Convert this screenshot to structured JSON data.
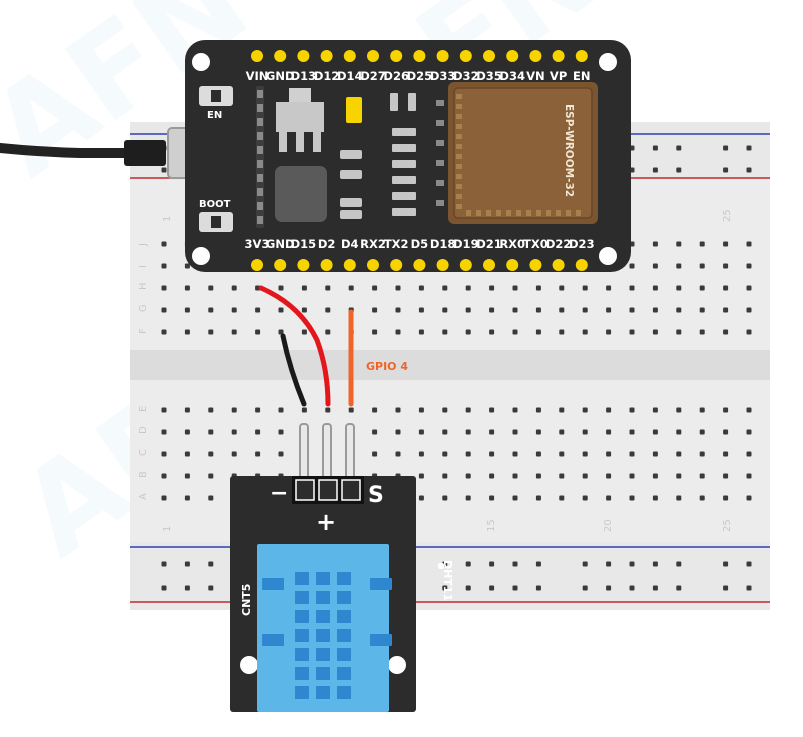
{
  "watermark": "AFN",
  "esp32": {
    "module_label": "ESP-WROOM-32",
    "en_button": "EN",
    "boot_button": "BOOT",
    "top_pins": [
      "VIN",
      "GND",
      "D13",
      "D12",
      "D14",
      "D27",
      "D26",
      "D25",
      "D33",
      "D32",
      "D35",
      "D34",
      "VN",
      "VP",
      "EN"
    ],
    "bottom_pins": [
      "3V3",
      "GND",
      "D15",
      "D2",
      "D4",
      "RX2",
      "TX2",
      "D5",
      "D18",
      "D19",
      "D21",
      "RX0",
      "TX0",
      "D22",
      "D23"
    ]
  },
  "breadboard": {
    "row_letters_top": [
      "J",
      "I",
      "H",
      "G",
      "F"
    ],
    "row_letters_bottom": [
      "E",
      "D",
      "C",
      "B",
      "A"
    ],
    "column_numbers_top": [
      "1",
      "25"
    ],
    "column_numbers_bottom": [
      "1",
      "15",
      "20",
      "25"
    ]
  },
  "wires": {
    "gpio_label": "GPIO 4",
    "colors": {
      "vcc": "#e2161b",
      "gnd": "#1a1a1a",
      "signal": "#f0642a"
    }
  },
  "sensor": {
    "pin_minus": "−",
    "pin_signal": "S",
    "pin_plus": "+",
    "left_label": "CNT5",
    "right_label": "DHT11"
  },
  "colors": {
    "board": "#2c2c2c",
    "pin_yellow": "#f7d400",
    "sensor_blue": "#5db6e8",
    "sensor_blue_dark": "#2f87cf",
    "wroom_brown": "#7a5530"
  }
}
